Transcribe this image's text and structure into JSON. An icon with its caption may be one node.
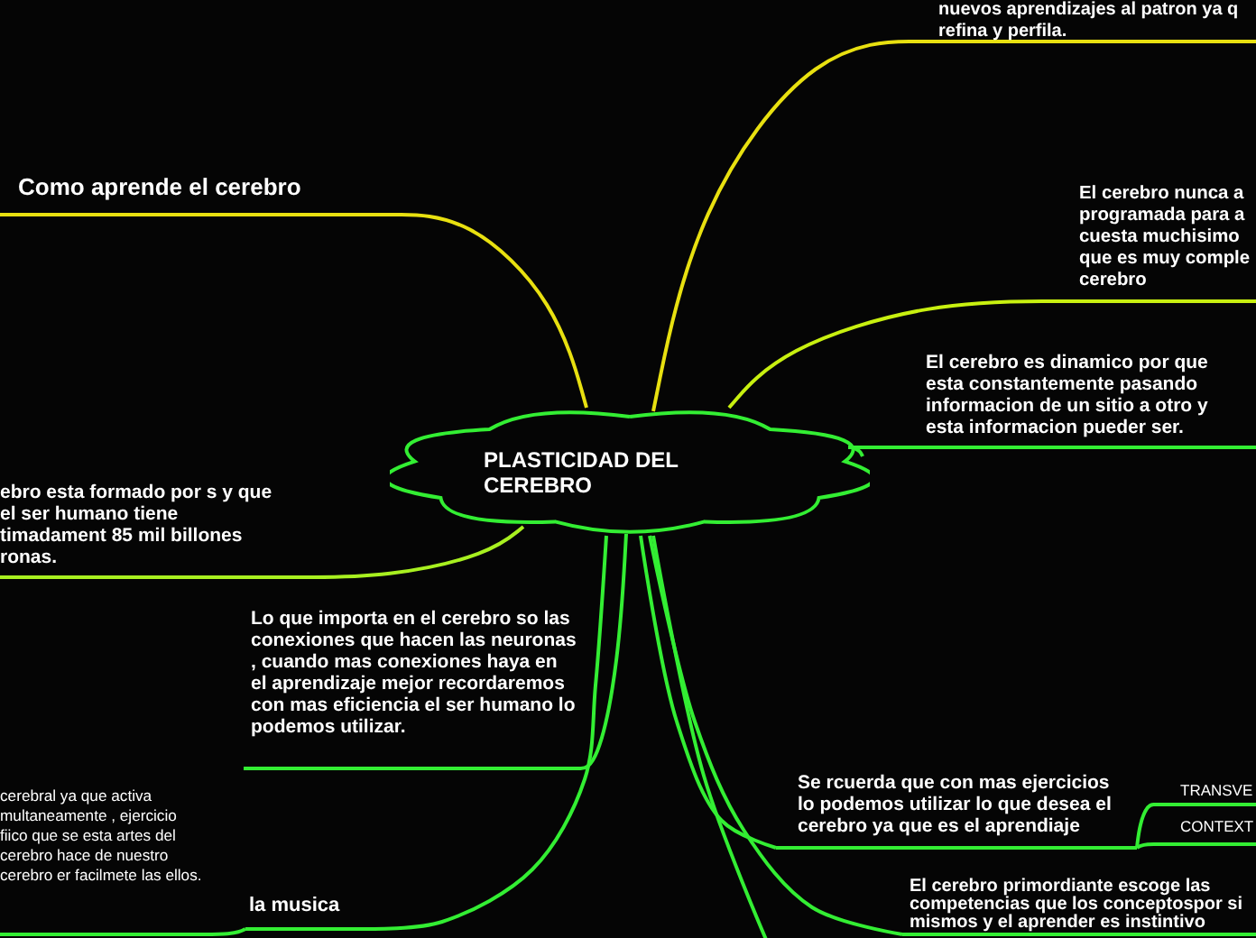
{
  "diagram": {
    "nodes": [
      {
        "text": [
          "PLASTICIDAD DEL CEREBRO"
        ]
      },
      {
        "text": [
          "Como aprende el cerebro"
        ]
      },
      {
        "text": [
          "nuevos aprendizajes al patron ya q refina y perfila."
        ]
      },
      {
        "text": [
          "El cerebro nunca a programada para a cuesta muchisimo que es muy comple cerebro"
        ]
      },
      {
        "text": [
          "El cerebro es dinamico por que esta constantemente pasando informacion de un sitio a otro y esta informacion pueder ser."
        ]
      },
      {
        "text": [
          "ebro esta formado por s y que el ser humano tiene timadament 85 mil billones ronas."
        ]
      },
      {
        "text": [
          "Lo que importa en el cerebro so las conexiones que hacen las neuronas , cuando mas conexiones haya en el aprendizaje mejor recordaremos con mas eficiencia el ser humano lo podemos utilizar."
        ]
      },
      {
        "text": [
          "la musica"
        ]
      },
      {
        "text": [
          "cerebral ya que activa multaneamente , ejercicio fiico que se esta artes del cerebro hace de nuestro cerebro er facilmete las ellos."
        ]
      },
      {
        "text": [
          "Se rcuerda que con mas ejercicios lo podemos utilizar lo que desea el cerebro ya que es el aprendiaje"
        ]
      },
      {
        "text": [
          "TRANSVE"
        ]
      },
      {
        "text": [
          "CONTEXT"
        ]
      },
      {
        "text": [
          "El cerebro primordiante escoge las competencias que los conceptospor si mismos y el aprender es instintivo"
        ]
      }
    ],
    "edges": [
      {
        "from": 0,
        "to": 1,
        "arrow": "none",
        "color": "#e8e010"
      },
      {
        "from": 0,
        "to": 2,
        "arrow": "none",
        "color": "#e8e010"
      },
      {
        "from": 0,
        "to": 3,
        "arrow": "none",
        "color": "#c8f010"
      },
      {
        "from": 0,
        "to": 4,
        "arrow": "none"
      },
      {
        "from": 0,
        "to": 5,
        "arrow": "none",
        "color": "#a8f020"
      },
      {
        "from": 0,
        "to": 6,
        "arrow": "none"
      },
      {
        "from": 0,
        "to": 7,
        "arrow": "none"
      },
      {
        "from": 7,
        "to": 8,
        "arrow": "none"
      },
      {
        "from": 0,
        "to": 9,
        "arrow": "none"
      },
      {
        "from": 9,
        "to": 10,
        "arrow": "none"
      },
      {
        "from": 9,
        "to": 11,
        "arrow": "none"
      },
      {
        "from": 0,
        "to": 12,
        "arrow": "none"
      },
      {
        "from": 0,
        "to": null,
        "arrow": "none"
      }
    ]
  }
}
